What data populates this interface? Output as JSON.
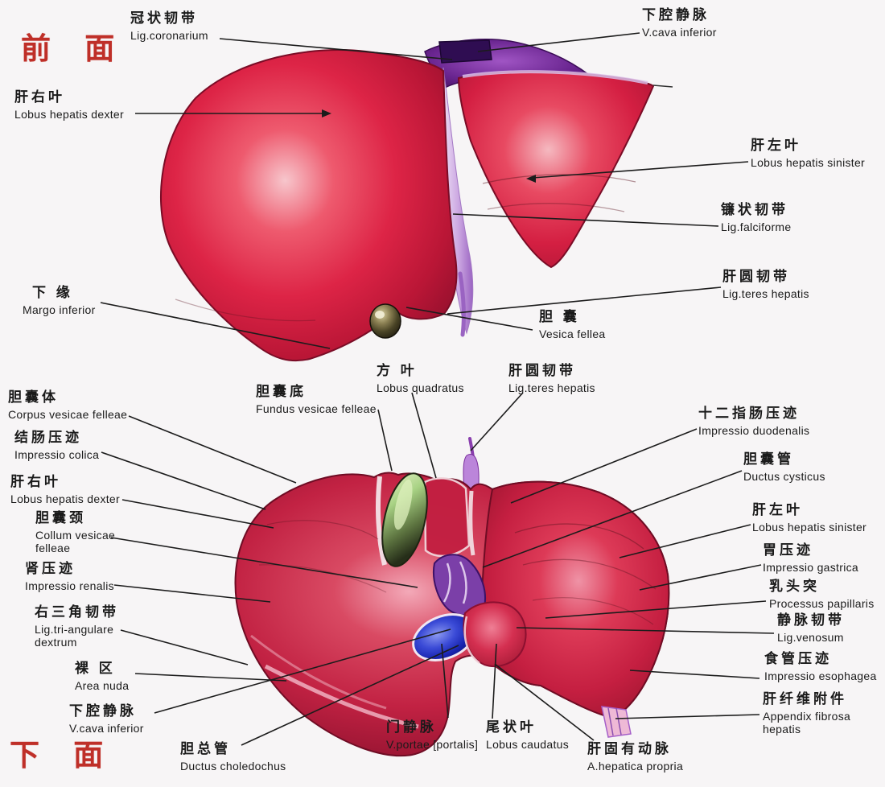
{
  "figure": {
    "type": "anatomical-diagram",
    "subject_visible_titles": [
      "前 面",
      "下 面"
    ]
  },
  "colors": {
    "background": "#f7f5f6",
    "title_red": "#bf2f28",
    "label_text": "#1a1a1a",
    "liver_red": "#d21f3f",
    "liver_dark": "#8c1030",
    "ligament_purple": "#a55fc8",
    "portal_vein_blue": "#1b2ec0",
    "gallbladder_green": "#9dc979"
  },
  "anterior": {
    "title": "前 面",
    "labels": {
      "lig_coronarium": {
        "zh": "冠状韧带",
        "la": "Lig.coronarium"
      },
      "v_cava": {
        "zh": "下腔静脉",
        "la": "V.cava inferior"
      },
      "lobus_dexter": {
        "zh": "肝右叶",
        "la": "Lobus hepatis dexter"
      },
      "lobus_sinister": {
        "zh": "肝左叶",
        "la": "Lobus hepatis sinister"
      },
      "lig_falciforme": {
        "zh": "镰状韧带",
        "la": "Lig.falciforme"
      },
      "lig_teres": {
        "zh": "肝圆韧带",
        "la": "Lig.teres hepatis"
      },
      "margo_inferior": {
        "zh": "下 缘",
        "la": "Margo inferior"
      },
      "vesica_fellea": {
        "zh": "胆 囊",
        "la": "Vesica fellea"
      }
    }
  },
  "inferior": {
    "title": "下 面",
    "labels": {
      "fundus_vesicae": {
        "zh": "胆囊底",
        "la": "Fundus vesicae felleae"
      },
      "lobus_quadratus": {
        "zh": "方 叶",
        "la": "Lobus quadratus"
      },
      "lig_teres": {
        "zh": "肝圆韧带",
        "la": "Lig.teres hepatis"
      },
      "impressio_duodenalis": {
        "zh": "十二指肠压迹",
        "la": "Impressio duodenalis"
      },
      "ductus_cysticus": {
        "zh": "胆囊管",
        "la": "Ductus cysticus"
      },
      "lobus_sinister": {
        "zh": "肝左叶",
        "la": "Lobus hepatis sinister"
      },
      "impressio_gastrica": {
        "zh": "胃压迹",
        "la": "Impressio gastrica"
      },
      "processus_papillaris": {
        "zh": "乳头突",
        "la": "Processus papillaris"
      },
      "lig_venosum": {
        "zh": "静脉韧带",
        "la": "Lig.venosum"
      },
      "impressio_esophagea": {
        "zh": "食管压迹",
        "la": "Impressio esophagea"
      },
      "appendix_fibrosa": {
        "zh": "肝纤维附件",
        "la": "Appendix fibrosa\nhepatis"
      },
      "corpus_vesicae": {
        "zh": "胆囊体",
        "la": "Corpus vesicae felleae"
      },
      "impressio_colica": {
        "zh": "结肠压迹",
        "la": "Impressio colica"
      },
      "lobus_dexter": {
        "zh": "肝右叶",
        "la": "Lobus hepatis dexter"
      },
      "collum_vesicae": {
        "zh": "胆囊颈",
        "la": "Collum vesicae\nfelleae"
      },
      "impressio_renalis": {
        "zh": "肾压迹",
        "la": "Impressio renalis"
      },
      "lig_triangulare": {
        "zh": "右三角韧带",
        "la": "Lig.tri-angulare\ndextrum"
      },
      "area_nuda": {
        "zh": "裸 区",
        "la": "Area nuda"
      },
      "v_cava": {
        "zh": "下腔静脉",
        "la": "V.cava inferior"
      },
      "ductus_choledochus": {
        "zh": "胆总管",
        "la": "Ductus choledochus"
      },
      "v_portae": {
        "zh": "门静脉",
        "la": "V.portae [portalis]"
      },
      "lobus_caudatus": {
        "zh": "尾状叶",
        "la": "Lobus caudatus"
      },
      "a_hepatica": {
        "zh": "肝固有动脉",
        "la": "A.hepatica propria"
      }
    }
  }
}
